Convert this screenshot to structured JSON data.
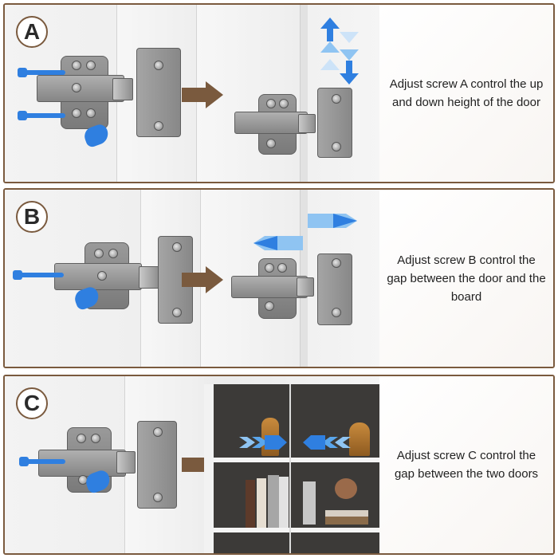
{
  "panels": [
    {
      "id": "a",
      "badge": "A",
      "caption": "Adjust screw A control the up and down height of the door"
    },
    {
      "id": "b",
      "badge": "B",
      "caption": "Adjust screw B control the gap between the door and the board"
    },
    {
      "id": "c",
      "badge": "C",
      "caption": "Adjust screw C control the gap between the two doors"
    }
  ],
  "colors": {
    "frame": "#7a5a3e",
    "arrow_brown": "#7a5a3e",
    "accent_blue": "#2f7fe0",
    "light_blue": "#8fc4f2"
  },
  "icons": [
    "hinge-icon",
    "screwdriver-icon",
    "hand-icon",
    "right-arrow-icon",
    "up-down-arrows-icon",
    "left-right-arrows-icon"
  ]
}
